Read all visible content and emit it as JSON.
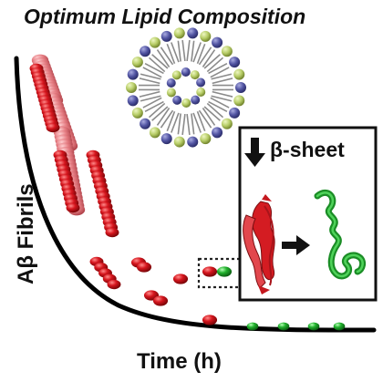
{
  "title": "Optimum Lipid Composition",
  "axes": {
    "y_label": "Aβ Fibrils",
    "x_label": "Time (h)"
  },
  "inset": {
    "label": "β-sheet",
    "indicator": "down-arrow-icon",
    "transition": "right-arrow-icon"
  },
  "colors": {
    "fibril_red": "#c8161d",
    "fibril_light": "#e07a80",
    "helix_green": "#1f9e2e",
    "micelle_head_blue": "#5b5fa8",
    "micelle_head_green": "#b9cf6c",
    "micelle_tail": "#8a8a8a",
    "curve": "#000000"
  }
}
